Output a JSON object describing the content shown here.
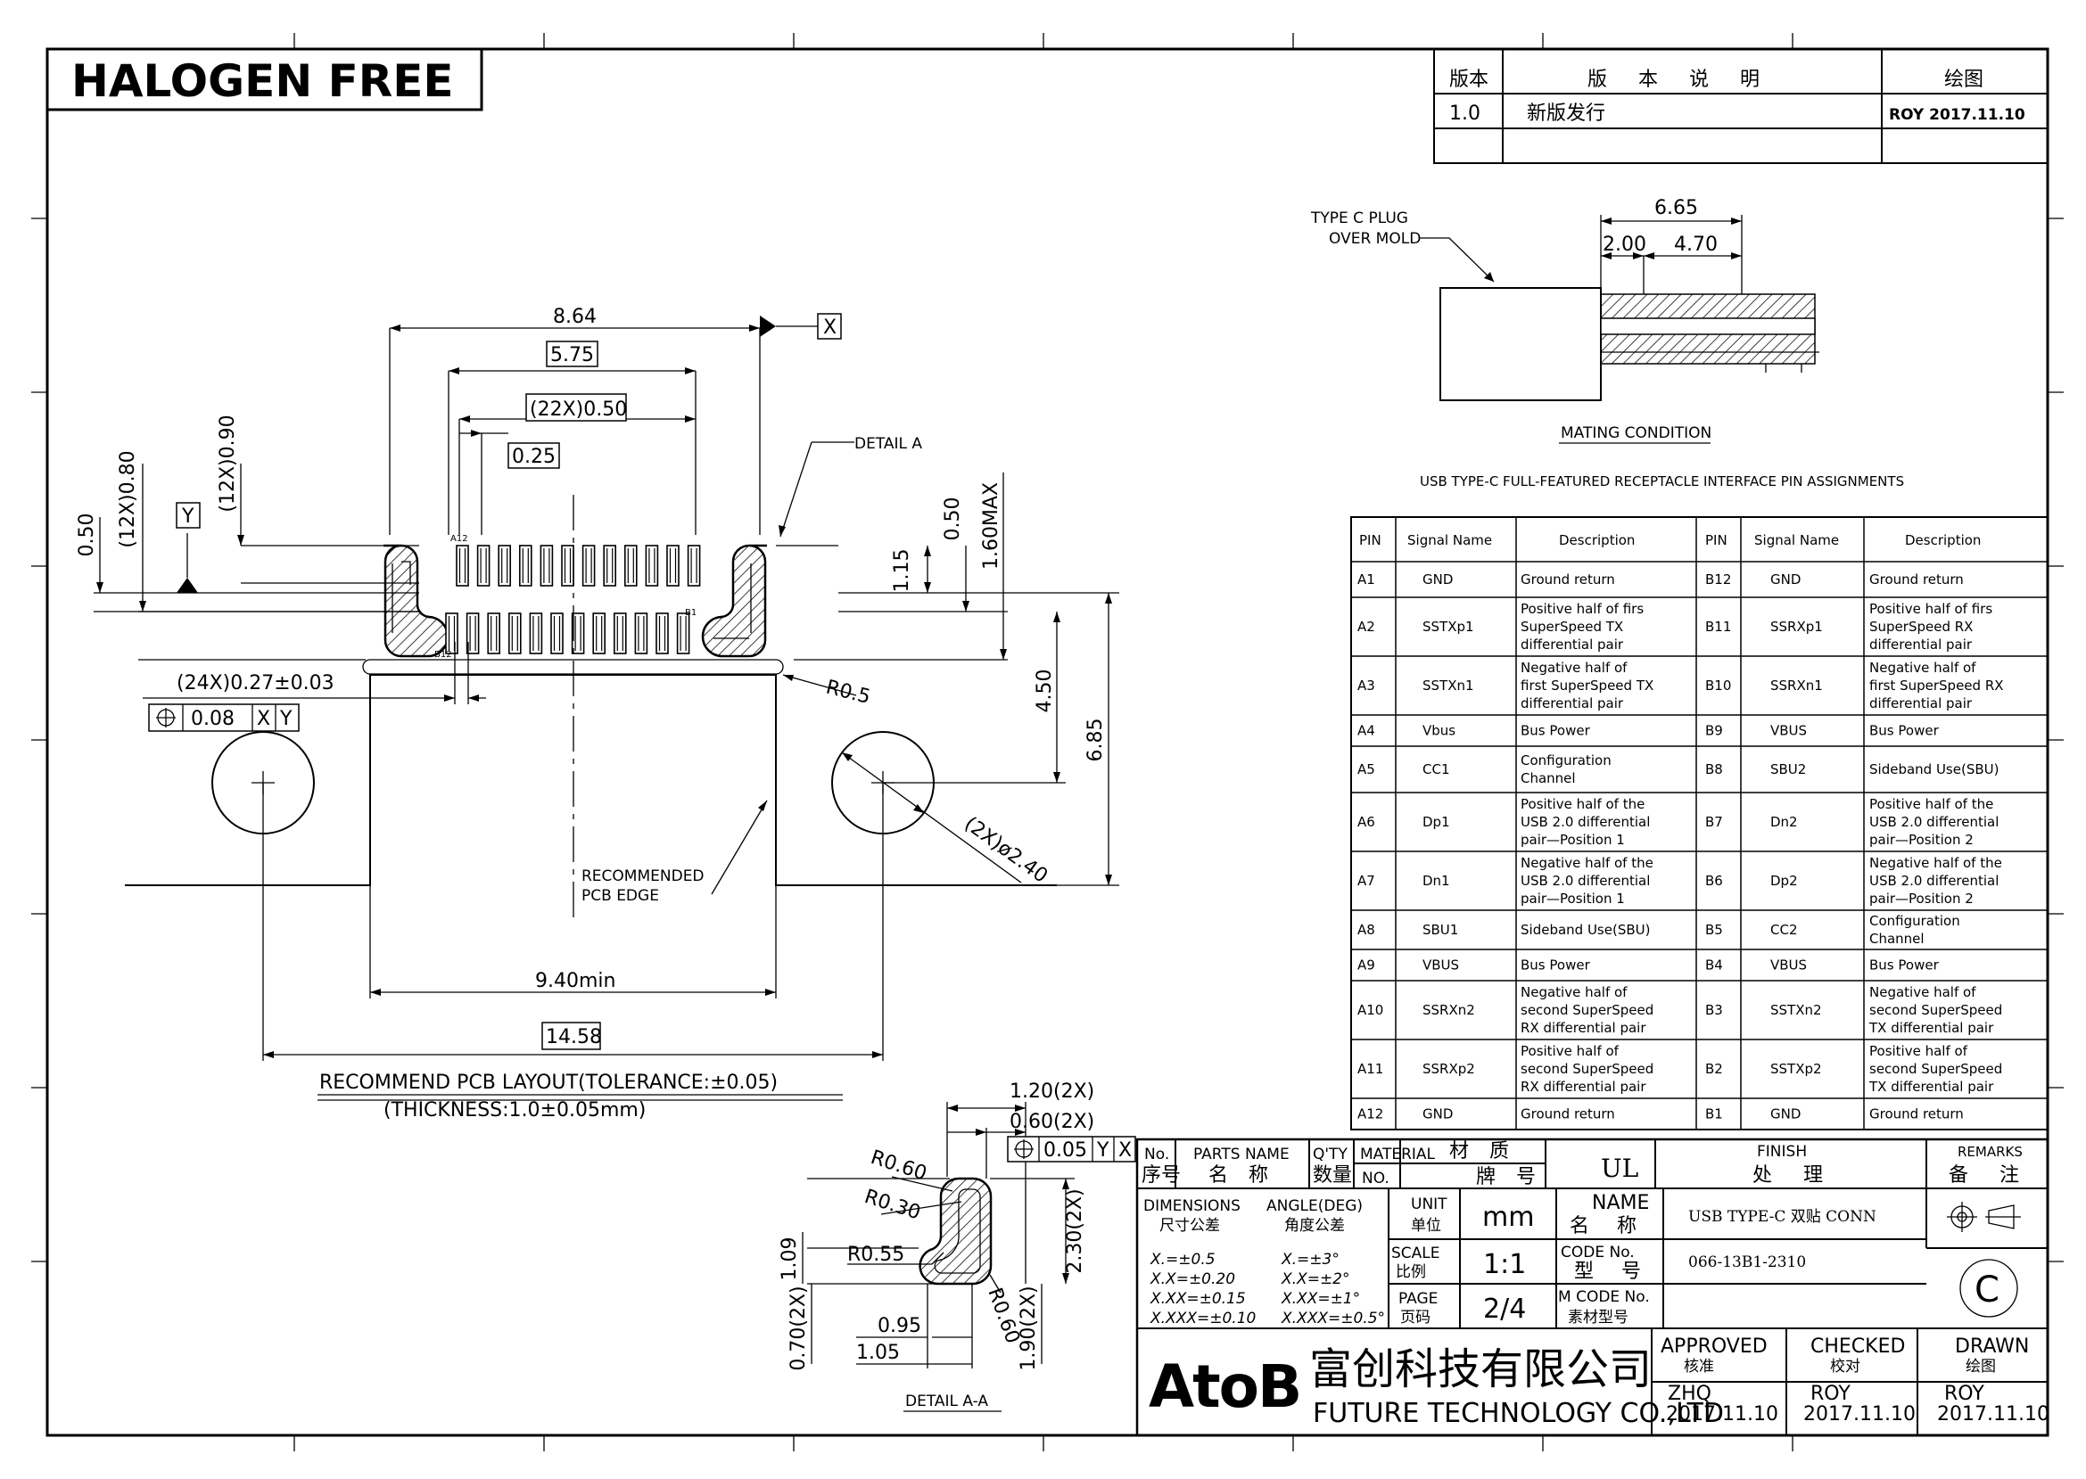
{
  "badge": "HALOGEN FREE",
  "revision": {
    "headers": [
      "版本",
      "版 本 说 明",
      "绘图"
    ],
    "rows": [
      {
        "ver": "1.0",
        "desc": "新版发行",
        "drawn": "ROY 2017.11.10"
      }
    ]
  },
  "mating": {
    "label_line1": "TYPE C PLUG",
    "label_line2": "OVER MOLD",
    "dim_total": "6.65",
    "dim_a": "2.00",
    "dim_b": "4.70",
    "caption": "MATING CONDITION"
  },
  "pin_table": {
    "title": "USB TYPE-C FULL-FEATURED RECEPTACLE INTERFACE PIN ASSIGNMENTS",
    "headers": [
      "PIN",
      "Signal Name",
      "Description",
      "PIN",
      "Signal Name",
      "Description"
    ],
    "rows": [
      {
        "a_pin": "A1",
        "a_sig": "GND",
        "a_desc": [
          "Ground return"
        ],
        "b_pin": "B12",
        "b_sig": "GND",
        "b_desc": [
          "Ground return"
        ]
      },
      {
        "a_pin": "A2",
        "a_sig": "SSTXp1",
        "a_desc": [
          "Positive half of firs",
          "SuperSpeed TX",
          "differential pair"
        ],
        "b_pin": "B11",
        "b_sig": "SSRXp1",
        "b_desc": [
          "Positive half of firs",
          "SuperSpeed RX",
          "differential pair"
        ]
      },
      {
        "a_pin": "A3",
        "a_sig": "SSTXn1",
        "a_desc": [
          "Negative half of",
          "first SuperSpeed TX",
          "differential pair"
        ],
        "b_pin": "B10",
        "b_sig": "SSRXn1",
        "b_desc": [
          "Negative half of",
          "first SuperSpeed RX",
          "differential pair"
        ]
      },
      {
        "a_pin": "A4",
        "a_sig": "Vbus",
        "a_desc": [
          "Bus Power"
        ],
        "b_pin": "B9",
        "b_sig": "VBUS",
        "b_desc": [
          "Bus Power"
        ]
      },
      {
        "a_pin": "A5",
        "a_sig": "CC1",
        "a_desc": [
          "Configuration",
          "Channel"
        ],
        "b_pin": "B8",
        "b_sig": "SBU2",
        "b_desc": [
          "Sideband Use(SBU)"
        ]
      },
      {
        "a_pin": "A6",
        "a_sig": "Dp1",
        "a_desc": [
          "Positive half of the",
          "USB 2.0 differential",
          "pair—Position 1"
        ],
        "b_pin": "B7",
        "b_sig": "Dn2",
        "b_desc": [
          "Positive half of the",
          "USB 2.0 differential",
          "pair—Position 2"
        ]
      },
      {
        "a_pin": "A7",
        "a_sig": "Dn1",
        "a_desc": [
          "Negative half of the",
          "USB 2.0 differential",
          "pair—Position 1"
        ],
        "b_pin": "B6",
        "b_sig": "Dp2",
        "b_desc": [
          "Negative half of the",
          "USB 2.0 differential",
          "pair—Position 2"
        ]
      },
      {
        "a_pin": "A8",
        "a_sig": "SBU1",
        "a_desc": [
          "Sideband Use(SBU)"
        ],
        "b_pin": "B5",
        "b_sig": "CC2",
        "b_desc": [
          "Configuration",
          "Channel"
        ]
      },
      {
        "a_pin": "A9",
        "a_sig": "VBUS",
        "a_desc": [
          "Bus Power"
        ],
        "b_pin": "B4",
        "b_sig": "VBUS",
        "b_desc": [
          "Bus Power"
        ]
      },
      {
        "a_pin": "A10",
        "a_sig": "SSRXn2",
        "a_desc": [
          "Negative half of",
          "second SuperSpeed",
          "RX differential pair"
        ],
        "b_pin": "B3",
        "b_sig": "SSTXn2",
        "b_desc": [
          "Negative half of",
          "second SuperSpeed",
          "TX differential pair"
        ]
      },
      {
        "a_pin": "A11",
        "a_sig": "SSRXp2",
        "a_desc": [
          "Positive half of",
          "second SuperSpeed",
          "RX differential pair"
        ],
        "b_pin": "B2",
        "b_sig": "SSTXp2",
        "b_desc": [
          "Positive half of",
          "second SuperSpeed",
          "TX differential pair"
        ]
      },
      {
        "a_pin": "A12",
        "a_sig": "GND",
        "a_desc": [
          "Ground return"
        ],
        "b_pin": "B1",
        "b_sig": "GND",
        "b_desc": [
          "Ground return"
        ]
      }
    ]
  },
  "layout": {
    "d_864": "8.64",
    "d_575": "5.75",
    "d_22x": "(22X)0.50",
    "d_025": "0.25",
    "d_12x080": "(12X)0.80",
    "d_12x090": "(12X)0.90",
    "d_050_left": "0.50",
    "d_050_right": "0.50",
    "d_115": "1.15",
    "d_160max": "1.60MAX",
    "d_450": "4.50",
    "d_685": "6.85",
    "d_24x": "(24X)0.27±0.03",
    "fcf_tol": "0.08",
    "datum_x": "X",
    "datum_y": "Y",
    "r05": "R0.5",
    "d_2x240": "(2X)ø2.40",
    "detail_a": "DETAIL A",
    "pcb_edge_1": "RECOMMENDED",
    "pcb_edge_2": "PCB EDGE",
    "d_940": "9.40min",
    "d_1458": "14.58",
    "pin_a12": "A12",
    "pin_b1": "B1",
    "pin_b12": "B12",
    "caption_1": "RECOMMEND PCB LAYOUT(TOLERANCE:±0.05)",
    "caption_2": "(THICKNESS:1.0±0.05mm)"
  },
  "detail": {
    "d_120": "1.20(2X)",
    "d_060": "0.60(2X)",
    "fcf_tol": "0.05",
    "r060": "R0.60",
    "r030": "R0.30",
    "r055": "R0.55",
    "r060b": "R0.60",
    "d_109": "1.09",
    "d_230": "2.30(2X)",
    "d_190": "1.90(2X)",
    "d_070": "0.70(2X)",
    "d_095": "0.95",
    "d_105": "1.05",
    "caption": "DETAIL A-A"
  },
  "title_block": {
    "no": "No.",
    "seq": "序号",
    "parts_name": "PARTS NAME",
    "parts_name_cn": "名 称",
    "qty": "Q'TY",
    "qty_cn": "数量",
    "material": "MATERIAL",
    "material_cn": "材 质",
    "no2": "NO.",
    "brand_cn": "牌 号",
    "ul": "UL",
    "finish": "FINISH",
    "finish_cn": "处 理",
    "remarks": "REMARKS",
    "remarks_cn": "备 注",
    "dimensions": "DIMENSIONS",
    "dimensions_cn": "尺寸公差",
    "angle": "ANGLE(DEG)",
    "angle_cn": "角度公差",
    "tol_lines": [
      "X.=±0.5",
      "X.X=±0.20",
      "X.XX=±0.15",
      "X.XXX=±0.10"
    ],
    "ang_lines": [
      "X.=±3°",
      "X.X=±2°",
      "X.XX=±1°",
      "X.XXX=±0.5°"
    ],
    "unit": "UNIT",
    "unit_cn": "单位",
    "unit_val": "mm",
    "name": "NAME",
    "name_cn": "名 称",
    "name_val": "USB TYPE-C 双贴 CONN",
    "scale": "SCALE",
    "scale_cn": "比例",
    "scale_val": "1:1",
    "code": "CODE No.",
    "code_cn": "型 号",
    "code_val": "066-13B1-2310",
    "page": "PAGE",
    "page_cn": "页码",
    "page_val": "2/4",
    "mcode": "M CODE No.",
    "mcode_cn": "素材型号",
    "company_logo": "AtoB",
    "company_cn": "富创科技有限公司",
    "company_en": "FUTURE TECHNOLOGY CO.,LTD",
    "approved": "APPROVED",
    "approved_cn": "核准",
    "approved_by": "ZHQ",
    "approved_date": "2017.11.10",
    "checked": "CHECKED",
    "checked_cn": "校对",
    "checked_by": "ROY",
    "checked_date": "2017.11.10",
    "drawn": "DRAWN",
    "drawn_cn": "绘图",
    "drawn_by": "ROY",
    "drawn_date": "2017.11.10",
    "copyright": "C"
  }
}
